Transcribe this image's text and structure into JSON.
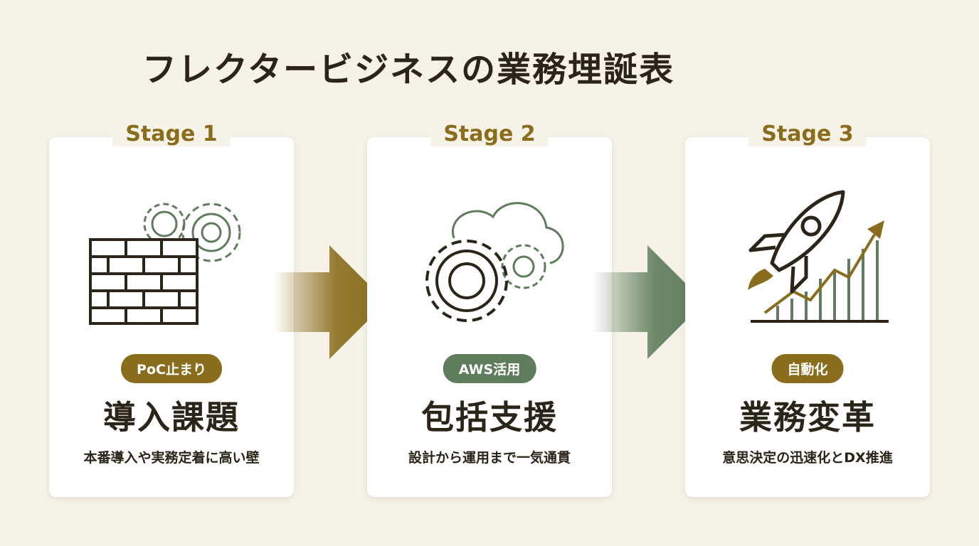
{
  "title": "フレクタービジネスの業務埋誕表",
  "colors": {
    "gold": "#8a6d1c",
    "green": "#5f7d5c",
    "dark": "#2b2418",
    "background": "#f6f2e8"
  },
  "stages": [
    {
      "label": "Stage 1",
      "badge": "PoC止まり",
      "badge_color": "#8a6d1c",
      "heading": "導入課題",
      "description": "本番導入や実務定着に高い壁",
      "icon": "brick-wall-gears-icon"
    },
    {
      "label": "Stage 2",
      "badge": "AWS活用",
      "badge_color": "#5f7d5c",
      "heading": "包括支援",
      "description": "設計から運用まで一気通貫",
      "icon": "cloud-gears-icon"
    },
    {
      "label": "Stage 3",
      "badge": "自動化",
      "badge_color": "#8a6d1c",
      "heading": "業務変革",
      "description": "意思決定の迅速化とDX推進",
      "icon": "rocket-growth-chart-icon"
    }
  ]
}
